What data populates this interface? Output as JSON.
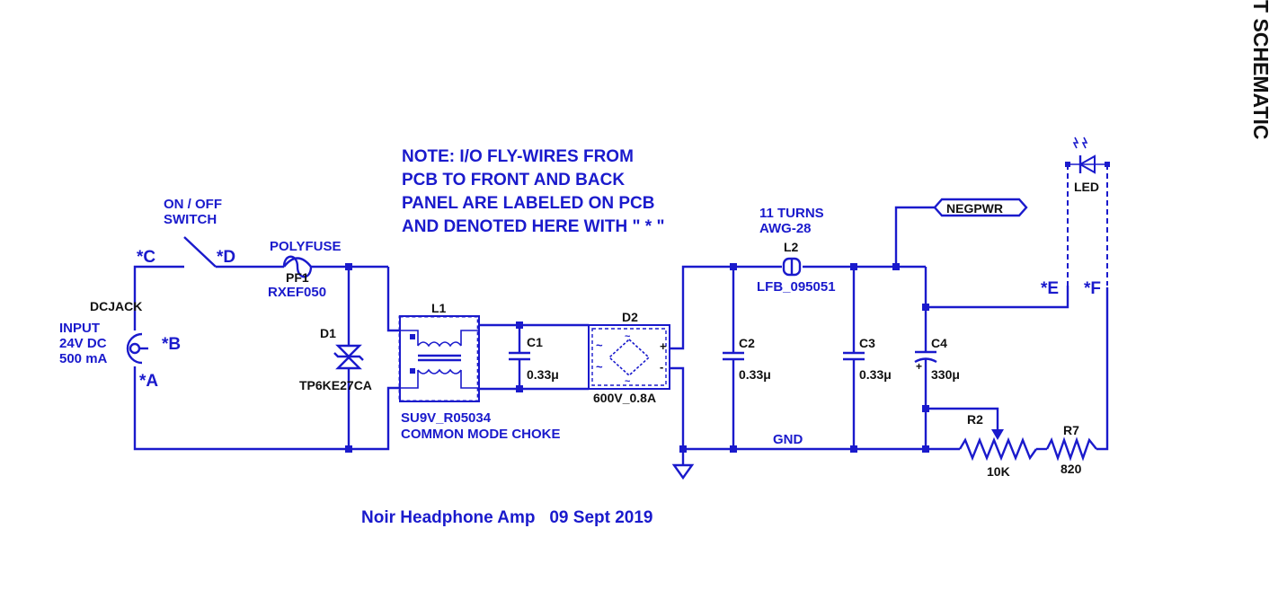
{
  "page_title": "T SCHEMATIC",
  "footer": "Noir Headphone Amp   09 Sept 2019",
  "note": [
    "NOTE: I/O FLY-WIRES FROM",
    "PCB TO FRONT AND BACK",
    "PANEL ARE LABELED ON PCB",
    "AND DENOTED HERE WITH \" * \""
  ],
  "input": {
    "label": "DCJACK",
    "desc": [
      "INPUT",
      "24V DC",
      "500 mA"
    ]
  },
  "switch": {
    "label": [
      "ON / OFF",
      "SWITCH"
    ]
  },
  "fuse": {
    "label": "POLYFUSE",
    "ref": "PF1",
    "part": "RXEF050"
  },
  "d1": {
    "ref": "D1",
    "part": "TP6KE27CA"
  },
  "l1": {
    "ref": "L1",
    "part": "SU9V_R05034",
    "desc": "COMMON MODE CHOKE"
  },
  "c1": {
    "ref": "C1",
    "value": "0.33μ"
  },
  "d2": {
    "ref": "D2",
    "value": "600V_0.8A"
  },
  "l2": {
    "ref": "L2",
    "part": "LFB_095051",
    "note": [
      "11 TURNS",
      "AWG-28"
    ]
  },
  "c2": {
    "ref": "C2",
    "value": "0.33μ"
  },
  "c3": {
    "ref": "C3",
    "value": "0.33μ"
  },
  "c4": {
    "ref": "C4",
    "value": "330μ"
  },
  "r2": {
    "ref": "R2",
    "value": "10K"
  },
  "r7": {
    "ref": "R7",
    "value": "820"
  },
  "led": {
    "ref": "LED"
  },
  "netlabels": {
    "negpwr": "NEGPWR",
    "gnd": "GND"
  },
  "flywires": {
    "a": "*A",
    "b": "*B",
    "c": "*C",
    "d": "*D",
    "e": "*E",
    "f": "*F"
  },
  "colors": {
    "wire": "#1a1acc",
    "text": "#111111",
    "background": "#ffffff"
  }
}
